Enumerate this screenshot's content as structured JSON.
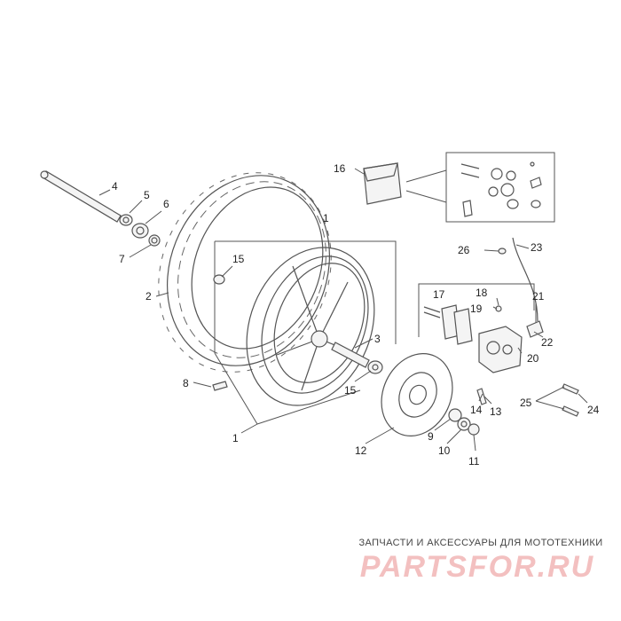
{
  "callouts": {
    "c1": "1",
    "c1b": "1",
    "c2": "2",
    "c3": "3",
    "c4": "4",
    "c5": "5",
    "c6": "6",
    "c7": "7",
    "c8": "8",
    "c9": "9",
    "c10": "10",
    "c11": "11",
    "c12": "12",
    "c13": "13",
    "c14": "14",
    "c15a": "15",
    "c15b": "15",
    "c16": "16",
    "c17": "17",
    "c18": "18",
    "c19": "19",
    "c20": "20",
    "c21": "21",
    "c22": "22",
    "c23": "23",
    "c24": "24",
    "c25": "25",
    "c26": "26"
  },
  "watermark": {
    "tagline": "ЗАПЧАСТИ И АКСЕССУАРЫ ДЛЯ МОТОТЕХНИКИ",
    "logo": "PARTSFOR.RU"
  }
}
